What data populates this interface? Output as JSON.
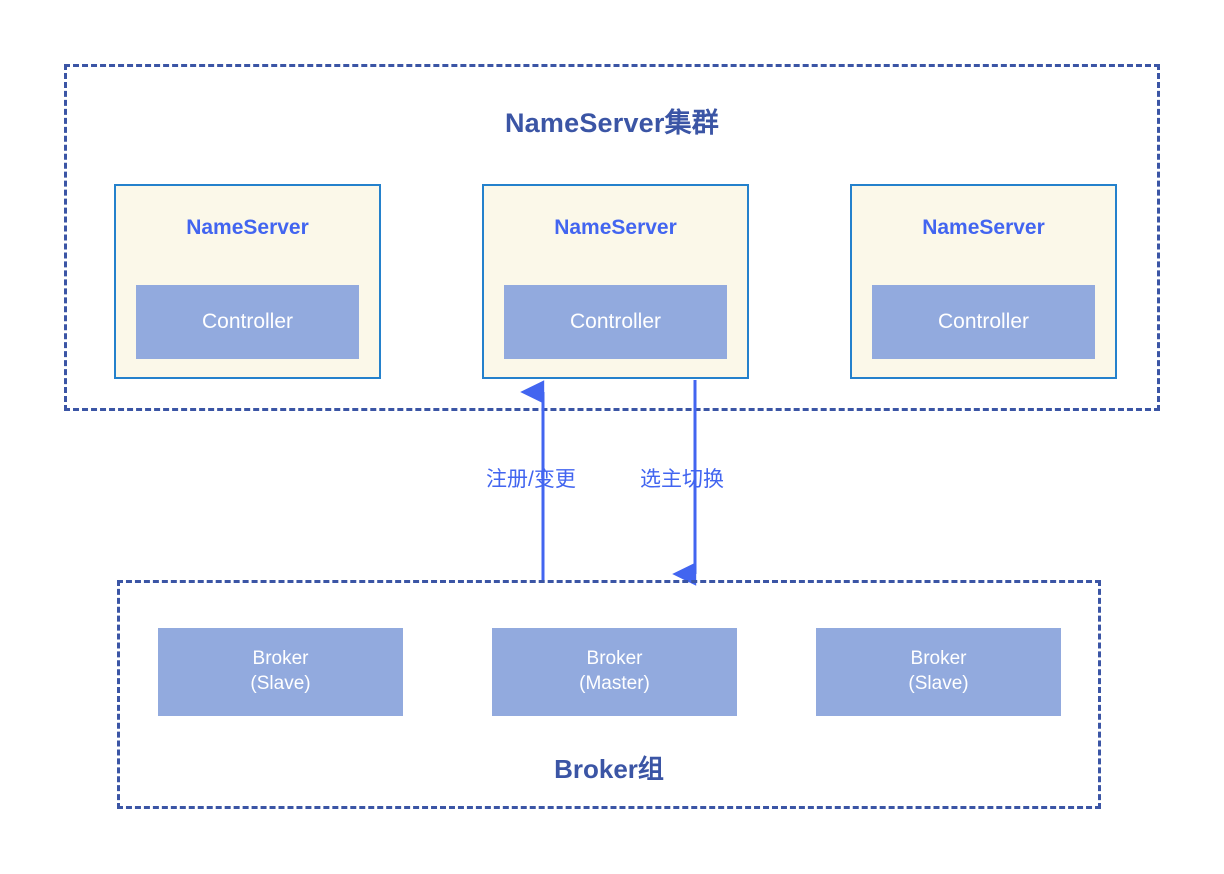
{
  "diagram": {
    "title_text": "NameServer集群",
    "colors": {
      "dashed_border": "#3B55A5",
      "card_border": "#2481CC",
      "card_background": "#FBF8E9",
      "controller_fill": "#92AADE",
      "broker_fill": "#92AADE",
      "accent_blue": "#4265F0",
      "title_blue": "#3B55A5",
      "page_background": "#FFFFFF"
    },
    "nameserver_cluster": {
      "title": "NameServer集群",
      "nodes": [
        {
          "label": "NameServer",
          "controller_label": "Controller"
        },
        {
          "label": "NameServer",
          "controller_label": "Controller"
        },
        {
          "label": "NameServer",
          "controller_label": "Controller"
        }
      ]
    },
    "broker_group": {
      "title": "Broker组",
      "nodes": [
        {
          "line1": "Broker",
          "line2": "(Slave)"
        },
        {
          "line1": "Broker",
          "line2": "(Master)"
        },
        {
          "line1": "Broker",
          "line2": "(Slave)"
        }
      ]
    },
    "connections": [
      {
        "name": "register-change",
        "label": "注册/变更",
        "direction": "up",
        "from": "Broker组",
        "to": "NameServer集群"
      },
      {
        "name": "failover-switch",
        "label": "选主切换",
        "direction": "down",
        "from": "NameServer集群",
        "to": "Broker组"
      }
    ]
  }
}
